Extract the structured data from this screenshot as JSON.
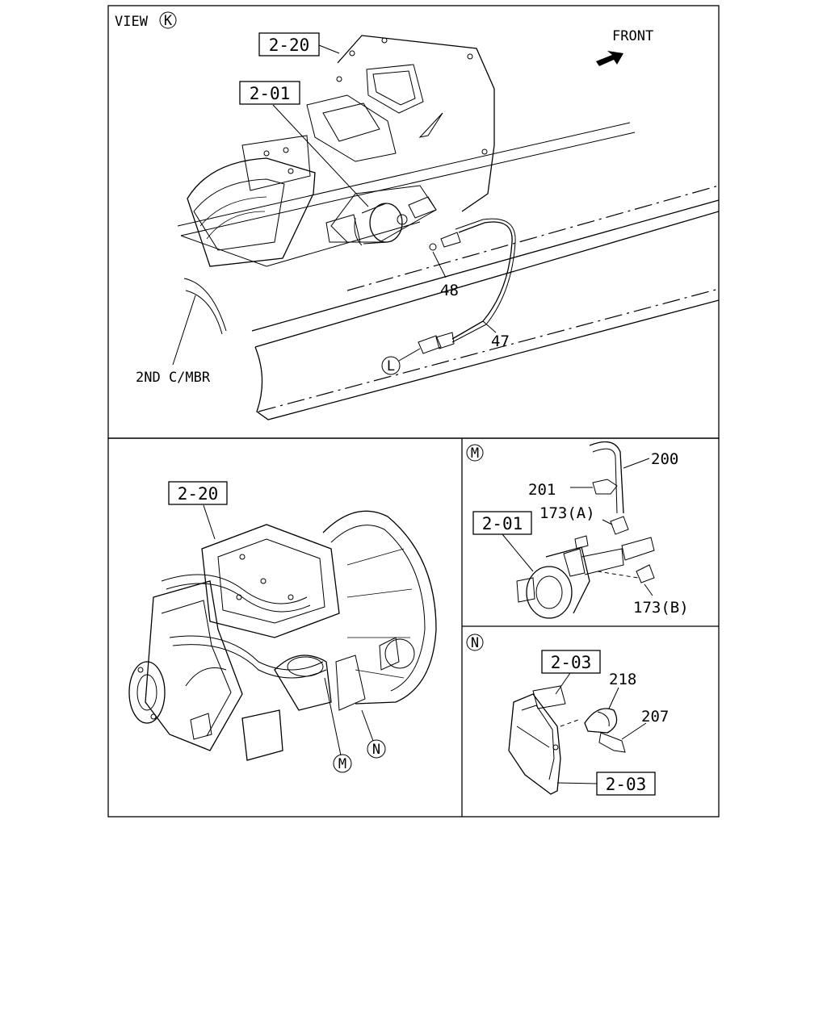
{
  "view_panel": {
    "view_word": "VIEW",
    "view_letter": "K",
    "front_label": "FRONT",
    "ref_2_20": "2-20",
    "ref_2_01": "2-01",
    "part_48": "48",
    "part_47": "47",
    "marker_L": "L",
    "member_label": "2ND C/MBR"
  },
  "assembly_panel": {
    "ref_2_20": "2-20",
    "marker_M": "M",
    "marker_N": "N"
  },
  "detail_M": {
    "marker": "M",
    "part_200": "200",
    "part_201": "201",
    "part_173a": "173(A)",
    "ref_2_01": "2-01",
    "part_173b": "173(B)"
  },
  "detail_N": {
    "marker": "N",
    "ref_2_03_top": "2-03",
    "part_218": "218",
    "part_207": "207",
    "ref_2_03_bottom": "2-03"
  }
}
